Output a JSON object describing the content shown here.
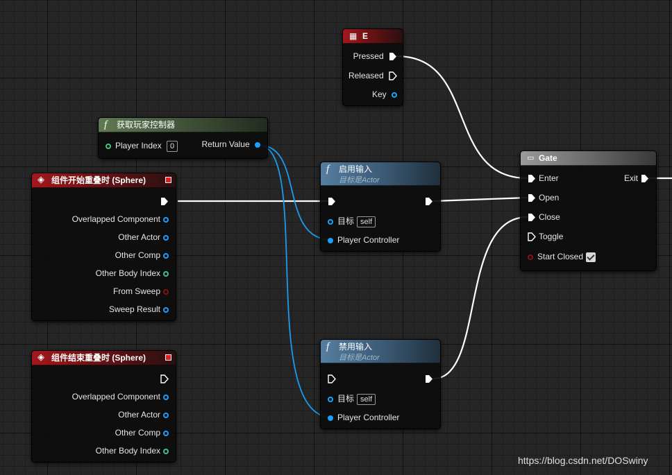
{
  "colors": {
    "exec": "#ffffff",
    "object": "#1aa0ff",
    "integer": "#3ec487",
    "boolean": "#8a1010",
    "event_header": "#a3181c"
  },
  "key_event": {
    "title": "E",
    "icon": "keyboard-icon",
    "pins": {
      "pressed": "Pressed",
      "released": "Released",
      "key": "Key"
    }
  },
  "get_player_controller": {
    "title": "获取玩家控制器",
    "icon": "function-icon",
    "player_index_label": "Player Index",
    "player_index_value": "0",
    "return_label": "Return Value"
  },
  "begin_overlap": {
    "title": "组件开始重叠时 (Sphere)",
    "pins": [
      "Overlapped Component",
      "Other Actor",
      "Other Comp",
      "Other Body Index",
      "From Sweep",
      "Sweep Result"
    ]
  },
  "end_overlap": {
    "title": "组件结束重叠时 (Sphere)",
    "pins": [
      "Overlapped Component",
      "Other Actor",
      "Other Comp",
      "Other Body Index"
    ]
  },
  "enable_input": {
    "title": "启用输入",
    "subtitle": "目标是Actor",
    "target_label": "目标",
    "target_value": "self",
    "controller_label": "Player Controller"
  },
  "disable_input": {
    "title": "禁用输入",
    "subtitle": "目标是Actor",
    "target_label": "目标",
    "target_value": "self",
    "controller_label": "Player Controller"
  },
  "gate": {
    "title": "Gate",
    "enter": "Enter",
    "exit": "Exit",
    "open": "Open",
    "close": "Close",
    "toggle": "Toggle",
    "start_closed": "Start Closed",
    "start_closed_checked": true
  },
  "watermark": "https://blog.csdn.net/DOSwiny"
}
